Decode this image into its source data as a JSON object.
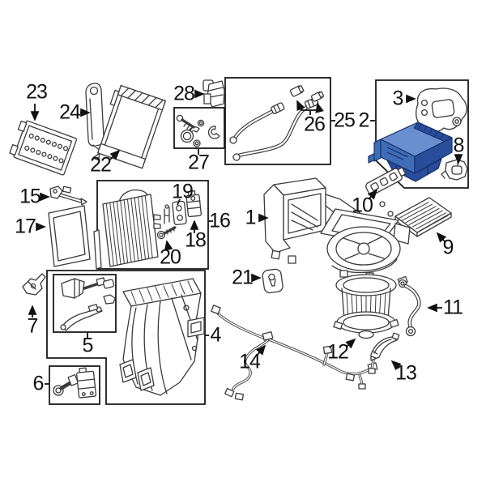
{
  "diagram": {
    "type": "exploded-parts-diagram",
    "subject": "automotive-hvac-evaporator-and-heater-components",
    "background_color": "#ffffff",
    "line_color": "#3a3a3a",
    "label_color": "#111111",
    "highlight_part": {
      "callout": "2",
      "fill": "#3f6db6",
      "fill_light": "#6a8fd0",
      "fill_dark": "#2a4d9b",
      "stroke": "#14306b"
    }
  },
  "callouts": [
    {
      "label": "1"
    },
    {
      "label": "2"
    },
    {
      "label": "3"
    },
    {
      "label": "4"
    },
    {
      "label": "5"
    },
    {
      "label": "6"
    },
    {
      "label": "7"
    },
    {
      "label": "8"
    },
    {
      "label": "9"
    },
    {
      "label": "10"
    },
    {
      "label": "11"
    },
    {
      "label": "12"
    },
    {
      "label": "13"
    },
    {
      "label": "14"
    },
    {
      "label": "15"
    },
    {
      "label": "16"
    },
    {
      "label": "17"
    },
    {
      "label": "18"
    },
    {
      "label": "19"
    },
    {
      "label": "20"
    },
    {
      "label": "21"
    },
    {
      "label": "22"
    },
    {
      "label": "23"
    },
    {
      "label": "24"
    },
    {
      "label": "25"
    },
    {
      "label": "26"
    },
    {
      "label": "27"
    },
    {
      "label": "28"
    }
  ]
}
